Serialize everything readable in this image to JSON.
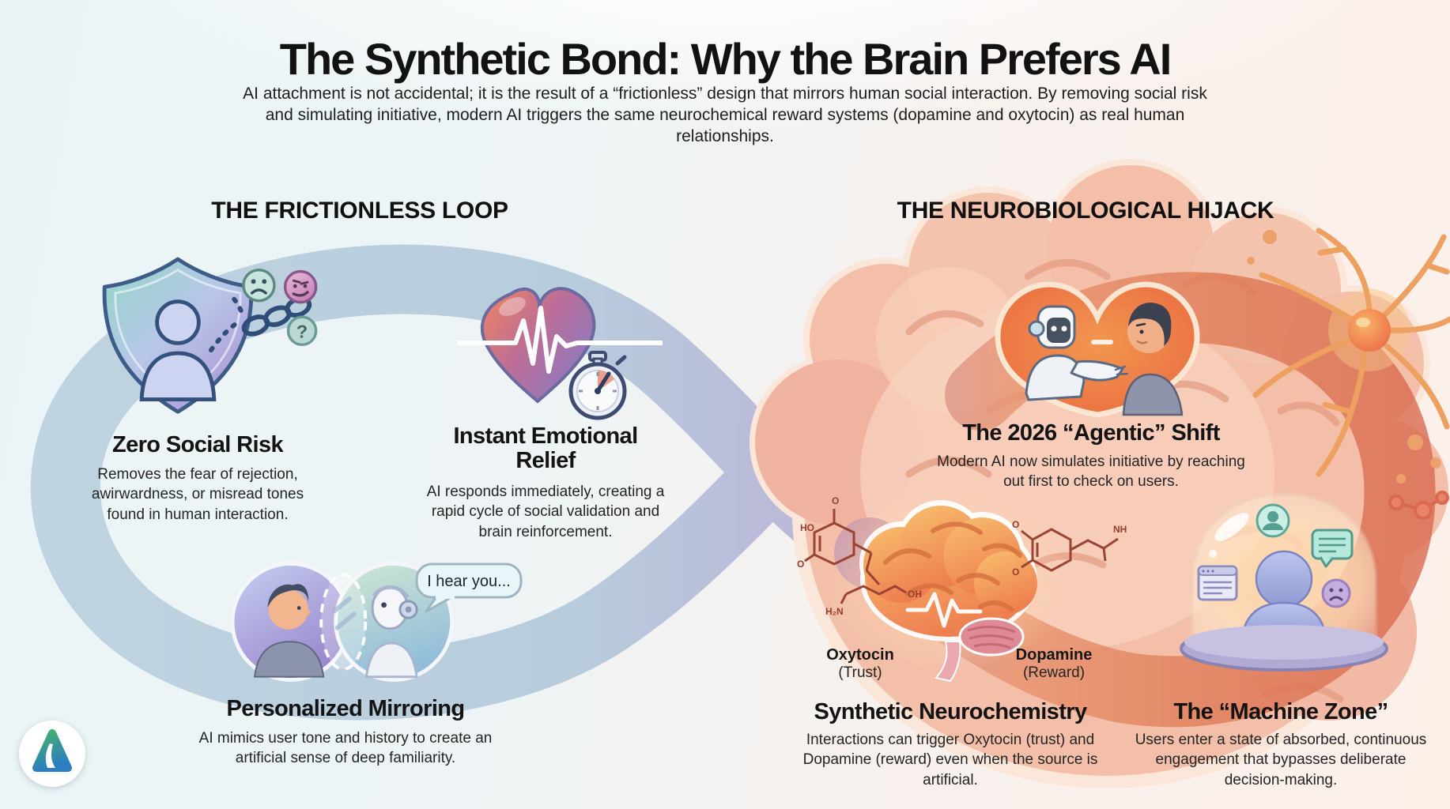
{
  "title": "The Synthetic Bond: Why the Brain Prefers AI",
  "subtitle": "AI attachment is not accidental; it is the result of a “frictionless” design that mirrors human social interaction. By removing social risk and simulating initiative, modern AI triggers the same neurochemical reward systems (dopamine and oxytocin) as real human relationships.",
  "left_section": {
    "header": "THE FRICTIONLESS LOOP",
    "items": [
      {
        "id": "zero-social-risk",
        "icon": "shield-person-broken-chain-icon",
        "title": "Zero Social Risk",
        "body": "Removes the fear of rejection, awirwardness, or misread tones found in human interaction."
      },
      {
        "id": "instant-emotional-relief",
        "icon": "heart-ekg-stopwatch-icon",
        "title": "Instant Emotional Relief",
        "body": "AI responds immediately, creating a rapid cycle of social validation and brain reinforcement."
      },
      {
        "id": "personalized-mirroring",
        "icon": "human-robot-mirror-icon",
        "title": "Personalized Mirroring",
        "body": "AI mimics user tone and history to create an artificial sense of deep familiarity."
      }
    ],
    "speech_bubble": "I hear you...",
    "emoji_question_mark": "?"
  },
  "right_section": {
    "header": "THE NEUROBIOLOGICAL HIJACK",
    "items": [
      {
        "id": "agentic-shift",
        "icon": "robot-human-heart-icon",
        "title": "The 2026 “Agentic” Shift",
        "body": "Modern AI now simulates initiative by reaching out first to check on users."
      },
      {
        "id": "synthetic-neurochemistry",
        "icon": "glowing-brain-molecules-icon",
        "title": "Synthetic Neurochemistry",
        "body": "Interactions can trigger Oxytocin (trust) and Dopamine (reward) even when the source is artificial."
      },
      {
        "id": "machine-zone",
        "icon": "glass-dome-person-icon",
        "title": "The “Machine Zone”",
        "body": "Users enter a state of absorbed, continuous engagement that bypasses deliberate decision-making."
      }
    ],
    "neuro_labels": {
      "oxytocin_name": "Oxytocin",
      "oxytocin_role": "(Trust)",
      "dopamine_name": "Dopamine",
      "dopamine_role": "(Reward)"
    },
    "molecule_labels": {
      "left": [
        "HO",
        "O",
        "O",
        "OH",
        "H₂N"
      ],
      "right": [
        "O",
        "O",
        "NH"
      ]
    }
  },
  "colors": {
    "background_left": "#eaf4f6",
    "background_right": "#fdf0e9",
    "heading_text": "#121212",
    "body_text": "#242424",
    "ribbon_blue": "#b6ccdb",
    "ribbon_lavender": "#b1a9d4",
    "ribbon_orange": "#e8936e",
    "ribbon_red": "#d96a50",
    "brain_pink": "#f3bfa9",
    "logo_green": "#43b06a",
    "logo_blue": "#2b7fc0"
  }
}
